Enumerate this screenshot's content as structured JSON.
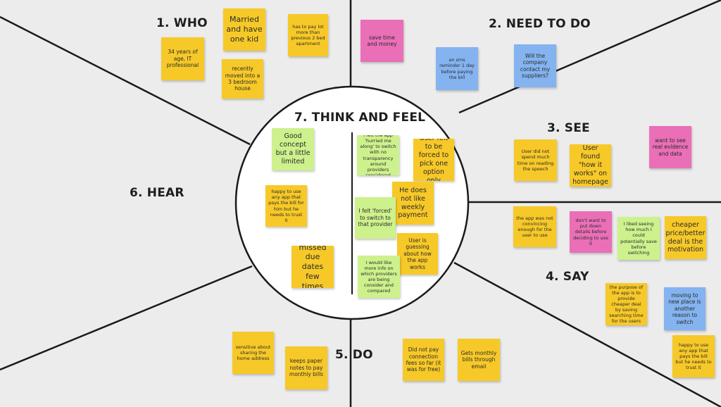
{
  "board": {
    "sections": {
      "who": "1. WHO",
      "need_to_do": "2. NEED TO DO",
      "see": "3. SEE",
      "say": "4. SAY",
      "do": "5. DO",
      "hear": "6. HEAR",
      "think_and_feel": "7. THINK AND FEEL"
    },
    "colors": {
      "background": "#ececec",
      "yellow": "#f7c928",
      "green": "#cdf18c",
      "pink": "#ea6fb7",
      "blue": "#84b3f0"
    },
    "notes": {
      "who_age": "34 years of age, IT professional",
      "who_married": "Married and have one kid",
      "who_moved": "recently moved into a 3 bedroom house",
      "who_pay": "has to pay lot more than previous 2 bed apartment",
      "need_save": "save time and money",
      "need_sms": "an sms reminder 1 day before paying the bill",
      "need_contact": "Will the company contact my suppliers?",
      "see_speech": "User did not spend much time on reading the speech",
      "see_howitworks": "User found \"how it works\" on homepage",
      "see_evidence": "want to see real evidence and data",
      "say_convincing": "the app was not convincing enough for the user to use",
      "say_details": "don't want to put down details before deciding to use it",
      "say_saving": "I liked seeing how much I could potentially save before switching",
      "say_cheaper": "cheaper price/better deal is the motivation",
      "say_purpose": "the purpose of the app is to provide cheaper deal by saving searching time for the users",
      "say_moving": "moving to new place is another reason to switch",
      "say_happy": "happy to use any app that pays the bill but he needs to trust it",
      "do_sensitive": "sensitive about sharing the home address",
      "do_paper": "keeps paper notes to pay monthly bills",
      "do_fees": "Did not pay connection fees so far (it was for free)",
      "do_email": "Gets monthly bills through email",
      "hear_happy": "happy to use any app that pays the bill for him but he needs to trust it",
      "tf_concept": "Good concept but a little limited",
      "tf_missed": "missed due dates few times",
      "tf_hurried": "I felt the app 'hurried me along' to switch with no transparency around providers considered",
      "tf_forced_pick": "User felt to be forced to pick one option only",
      "tf_weekly": "He does not like weekly payment",
      "tf_forced_switch": "I felt 'forced' to switch to that provider",
      "tf_guessing": "User is guessing about how the app works",
      "tf_moreinfo": "I would like more info on which providers are being consider and compared"
    }
  }
}
